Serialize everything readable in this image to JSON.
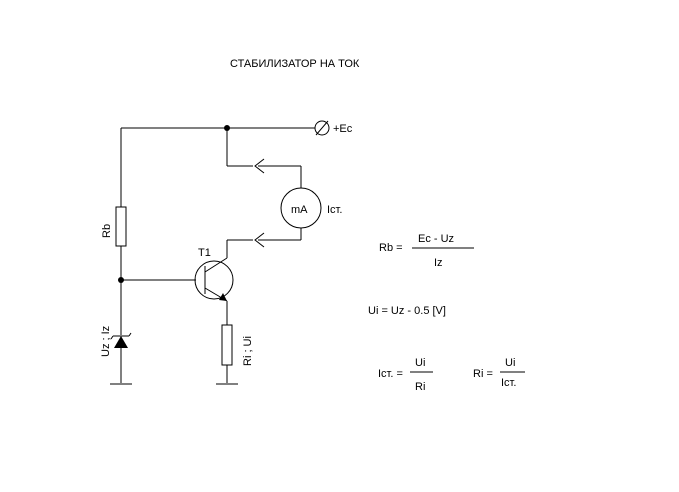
{
  "title": "СТАБИЛИЗАТОР  НА  ТОК",
  "labels": {
    "supply": "+Ec",
    "meter": "mA",
    "meter_current": "Iст.",
    "transistor": "T1",
    "rb": "Rb",
    "ri": "Ri ; Ui",
    "zener": "Uz ; Iz"
  },
  "formulas": {
    "rb": {
      "lhs": "Rb =",
      "num": "Ec - Uz",
      "den": "Iz"
    },
    "ui": {
      "text": "Ui = Uz - 0.5  [V]"
    },
    "ist": {
      "lhs": "Iст. =",
      "num": "Ui",
      "den": "Ri"
    },
    "ri": {
      "lhs": "Ri =",
      "num": "Ui",
      "den": "Iст."
    }
  }
}
